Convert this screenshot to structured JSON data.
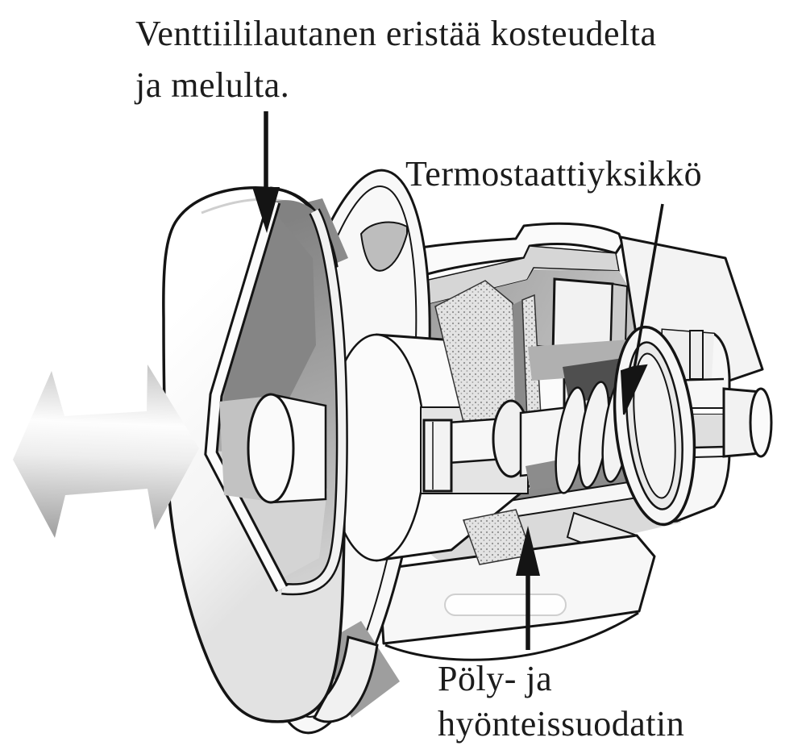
{
  "diagram": {
    "background_color": "#ffffff",
    "labels": {
      "valve_plate": {
        "line1": "Venttiililautanen eristää kosteudelta",
        "line2": "ja melulta."
      },
      "thermostat_unit": {
        "text": "Termostaattiyksikkö"
      },
      "dust_insect_filter": {
        "line1": "Pöly- ja",
        "line2": "hyönteissuodatin"
      }
    },
    "colors": {
      "outline": "#141414",
      "text": "#1c1c1c",
      "fill_white": "#fafafa",
      "fill_light": "#e6e6e6",
      "fill_mid": "#c0c0c0",
      "fill_dark": "#8e8e8e",
      "cavity_dark": "#4f4f4f",
      "motion_arrow_light": "#fdfdfd",
      "motion_arrow_dark": "#969696"
    }
  }
}
